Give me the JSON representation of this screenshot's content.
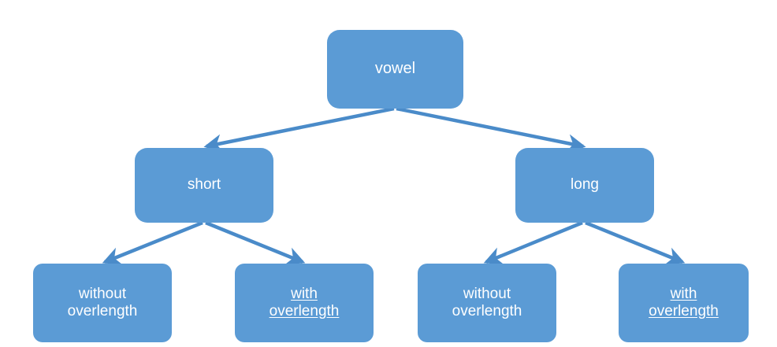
{
  "diagram": {
    "type": "tree",
    "title": "",
    "accent_color": "#5B9BD5",
    "text_color": "#FFFFFF",
    "background_color": "#FFFFFF",
    "nodes": [
      {
        "id": "vowel",
        "label": "vowel",
        "level": 1,
        "underlined": false
      },
      {
        "id": "short",
        "label": "short",
        "level": 2,
        "underlined": false
      },
      {
        "id": "long",
        "label": "long",
        "level": 2,
        "underlined": false
      },
      {
        "id": "short-without",
        "label": "without\noverlength",
        "level": 3,
        "underlined": false
      },
      {
        "id": "short-with",
        "label": "with\noverlength",
        "level": 3,
        "underlined": true
      },
      {
        "id": "long-without",
        "label": "without\noverlength",
        "level": 3,
        "underlined": false
      },
      {
        "id": "long-with",
        "label": "with\noverlength",
        "level": 3,
        "underlined": true
      }
    ],
    "edges": [
      {
        "from": "vowel",
        "to": "short"
      },
      {
        "from": "vowel",
        "to": "long"
      },
      {
        "from": "short",
        "to": "short-without"
      },
      {
        "from": "short",
        "to": "short-with"
      },
      {
        "from": "long",
        "to": "long-without"
      },
      {
        "from": "long",
        "to": "long-with"
      }
    ]
  }
}
